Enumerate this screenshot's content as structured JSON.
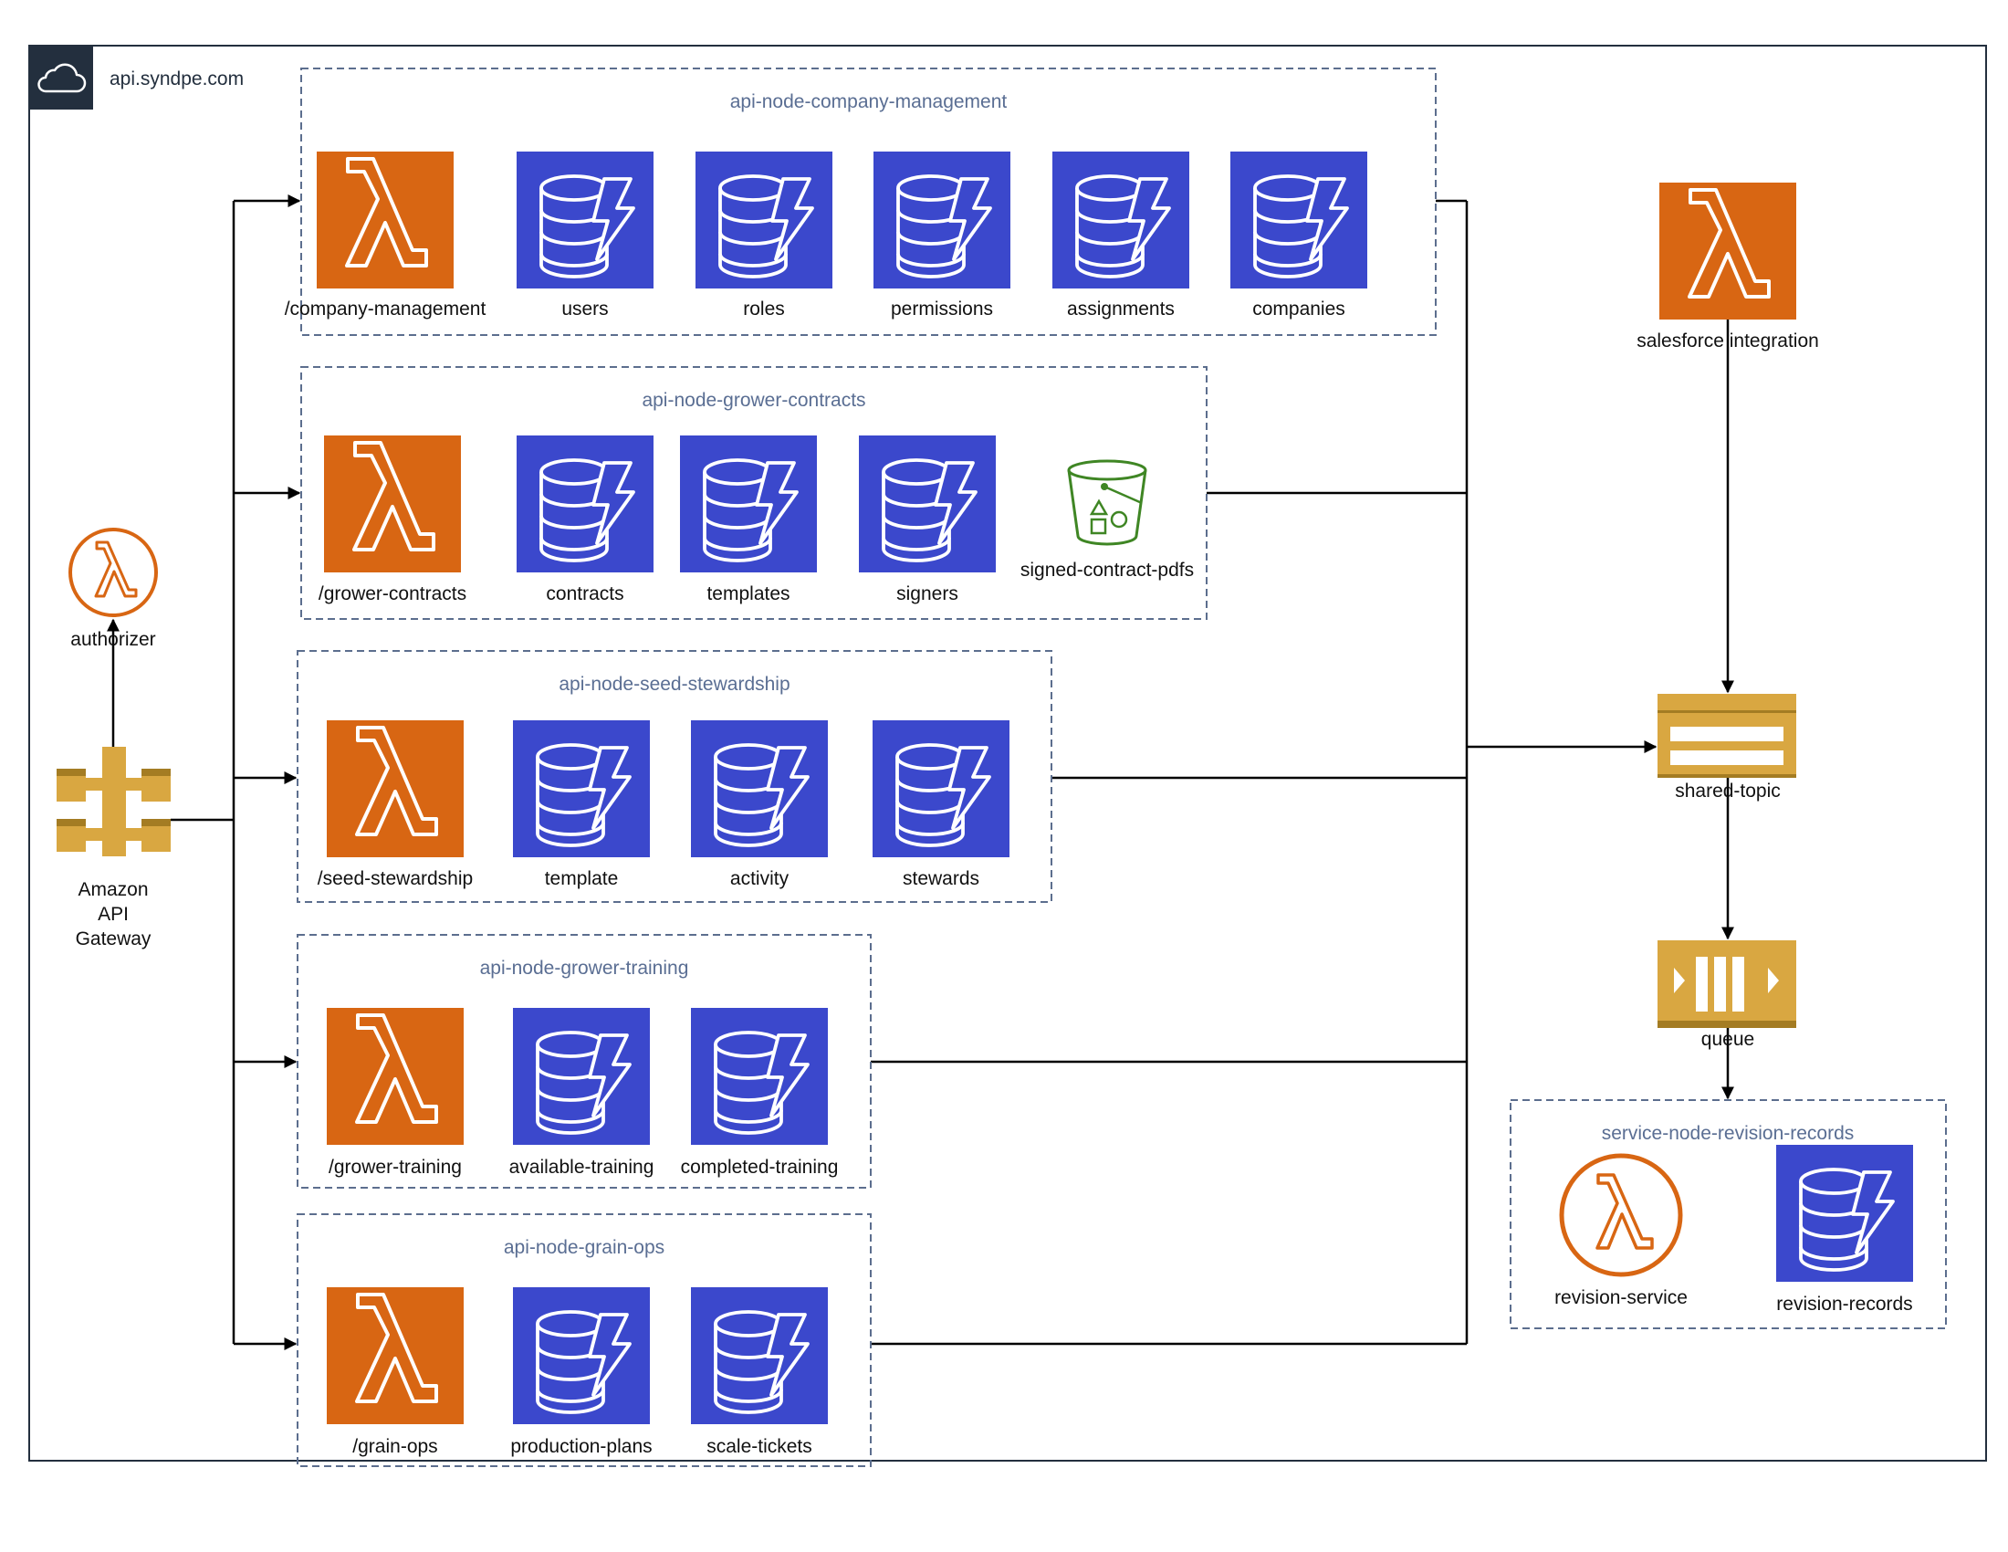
{
  "colors": {
    "lambda": "#d86613",
    "dynamodb": "#3b48cc",
    "s3": "#3f8624",
    "integration": "#d9a741",
    "border": "#232f3e",
    "group_title": "#5a6e93"
  },
  "cloud": {
    "title": "api.syndpe.com",
    "icon": "cloud-icon"
  },
  "gateway": {
    "label_lines": [
      "Amazon",
      "API",
      "Gateway"
    ],
    "icon": "api-gateway-icon"
  },
  "authorizer": {
    "label": "authorizer",
    "icon": "lambda-circle-icon"
  },
  "groups": [
    {
      "title": "api-node-company-management",
      "lambda": "/company-management",
      "tables": [
        "users",
        "roles",
        "permissions",
        "assignments",
        "companies"
      ]
    },
    {
      "title": "api-node-grower-contracts",
      "lambda": "/grower-contracts",
      "tables": [
        "contracts",
        "templates",
        "signers"
      ],
      "bucket": "signed-contract-pdfs"
    },
    {
      "title": "api-node-seed-stewardship",
      "lambda": "/seed-stewardship",
      "tables": [
        "template",
        "activity",
        "stewards"
      ]
    },
    {
      "title": "api-node-grower-training",
      "lambda": "/grower-training",
      "tables": [
        "available-training",
        "completed-training"
      ]
    },
    {
      "title": "api-node-grain-ops",
      "lambda": "/grain-ops",
      "tables": [
        "production-plans",
        "scale-tickets"
      ]
    }
  ],
  "salesforce": {
    "label": "salesforce integration",
    "icon": "lambda-icon"
  },
  "topic": {
    "label": "shared-topic",
    "icon": "sns-topic-icon"
  },
  "queue": {
    "label": "queue",
    "icon": "sqs-queue-icon"
  },
  "revision": {
    "title": "service-node-revision-records",
    "service": "revision-service",
    "table": "revision-records"
  }
}
